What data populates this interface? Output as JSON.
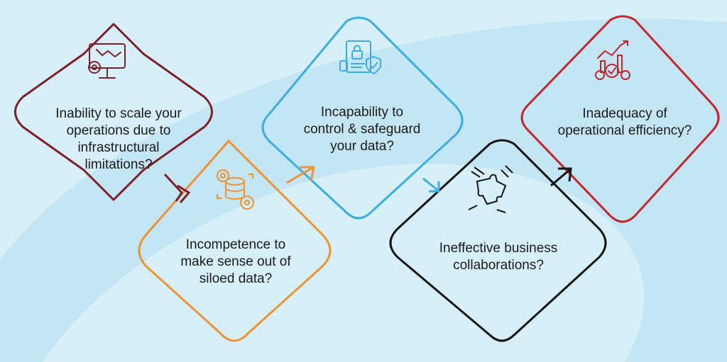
{
  "colors": {
    "background": "#d6eff8",
    "swoosh": "#c4e5f3",
    "maroon": "#7f1f2a",
    "orange": "#ee9233",
    "blue": "#3aaee0",
    "black": "#141414",
    "red": "#c1272d"
  },
  "steps": [
    {
      "id": "scale",
      "color": "maroon",
      "icon": "monitor-gear-icon",
      "lines": [
        "Inability to scale your",
        "operations due to",
        "infrastructural",
        "limitations?"
      ]
    },
    {
      "id": "siloed",
      "color": "orange",
      "icon": "database-gears-icon",
      "lines": [
        "Incompetence to",
        "make sense out of",
        "siloed data?"
      ]
    },
    {
      "id": "safeguard",
      "color": "blue",
      "icon": "document-lock-shield-icon",
      "lines": [
        "Incapability to",
        "control & safeguard",
        "your data?"
      ]
    },
    {
      "id": "collab",
      "color": "black",
      "icon": "puzzle-hands-icon",
      "lines": [
        "Ineffective business",
        "collaborations?"
      ]
    },
    {
      "id": "efficiency",
      "color": "red",
      "icon": "growth-chart-gears-icon",
      "lines": [
        "Inadequacy of",
        "operational efficiency?"
      ]
    }
  ]
}
